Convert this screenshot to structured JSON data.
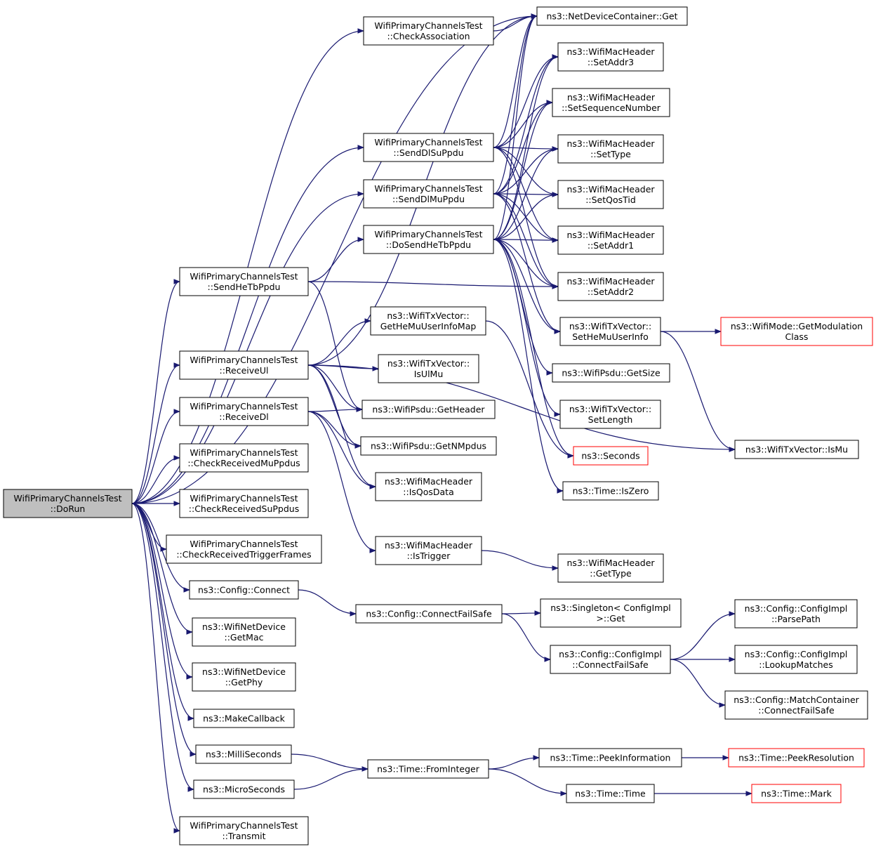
{
  "graph": {
    "edge_color": "#191970",
    "node_border": "#000000",
    "external_border": "#ff0000",
    "root_fill": "#bfbfbf",
    "nodes": [
      {
        "id": "dorun",
        "lines": [
          "WifiPrimaryChannelsTest",
          "::DoRun"
        ],
        "root": true
      },
      {
        "id": "checkassoc",
        "lines": [
          "WifiPrimaryChannelsTest",
          "::CheckAssociation"
        ]
      },
      {
        "id": "senddlsu",
        "lines": [
          "WifiPrimaryChannelsTest",
          "::SendDlSuPpdu"
        ]
      },
      {
        "id": "senddlmu",
        "lines": [
          "WifiPrimaryChannelsTest",
          "::SendDlMuPpdu"
        ]
      },
      {
        "id": "dosendhetb",
        "lines": [
          "WifiPrimaryChannelsTest",
          "::DoSendHeTbPpdu"
        ]
      },
      {
        "id": "sendhetb",
        "lines": [
          "WifiPrimaryChannelsTest",
          "::SendHeTbPpdu"
        ]
      },
      {
        "id": "receiveul",
        "lines": [
          "WifiPrimaryChannelsTest",
          "::ReceiveUl"
        ]
      },
      {
        "id": "receivedl",
        "lines": [
          "WifiPrimaryChannelsTest",
          "::ReceiveDl"
        ]
      },
      {
        "id": "checkrecvmu",
        "lines": [
          "WifiPrimaryChannelsTest",
          "::CheckReceivedMuPpdus"
        ]
      },
      {
        "id": "checkrecvsu",
        "lines": [
          "WifiPrimaryChannelsTest",
          "::CheckReceivedSuPpdus"
        ]
      },
      {
        "id": "checkrecvtrig",
        "lines": [
          "WifiPrimaryChannelsTest",
          "::CheckReceivedTriggerFrames"
        ]
      },
      {
        "id": "cfgconnect",
        "lines": [
          "ns3::Config::Connect"
        ]
      },
      {
        "id": "getmac",
        "lines": [
          "ns3::WifiNetDevice",
          "::GetMac"
        ]
      },
      {
        "id": "getphy",
        "lines": [
          "ns3::WifiNetDevice",
          "::GetPhy"
        ]
      },
      {
        "id": "makecb",
        "lines": [
          "ns3::MakeCallback"
        ]
      },
      {
        "id": "millisec",
        "lines": [
          "ns3::MilliSeconds"
        ]
      },
      {
        "id": "microsec",
        "lines": [
          "ns3::MicroSeconds"
        ]
      },
      {
        "id": "transmit",
        "lines": [
          "WifiPrimaryChannelsTest",
          "::Transmit"
        ]
      },
      {
        "id": "getheinfomap",
        "lines": [
          "ns3::WifiTxVector::",
          "GetHeMuUserInfoMap"
        ]
      },
      {
        "id": "isulmu",
        "lines": [
          "ns3::WifiTxVector::",
          "IsUlMu"
        ]
      },
      {
        "id": "psdugetheader",
        "lines": [
          "ns3::WifiPsdu::GetHeader"
        ]
      },
      {
        "id": "psdugetnmpdus",
        "lines": [
          "ns3::WifiPsdu::GetNMpdus"
        ]
      },
      {
        "id": "isqosdata",
        "lines": [
          "ns3::WifiMacHeader",
          "::IsQosData"
        ]
      },
      {
        "id": "istrigger",
        "lines": [
          "ns3::WifiMacHeader",
          "::IsTrigger"
        ]
      },
      {
        "id": "connectfailsafe",
        "lines": [
          "ns3::Config::ConnectFailSafe"
        ]
      },
      {
        "id": "fromint",
        "lines": [
          "ns3::Time::FromInteger"
        ]
      },
      {
        "id": "ndcget",
        "lines": [
          "ns3::NetDeviceContainer::Get"
        ]
      },
      {
        "id": "setaddr3",
        "lines": [
          "ns3::WifiMacHeader",
          "::SetAddr3"
        ]
      },
      {
        "id": "setseq",
        "lines": [
          "ns3::WifiMacHeader",
          "::SetSequenceNumber"
        ]
      },
      {
        "id": "settype",
        "lines": [
          "ns3::WifiMacHeader",
          "::SetType"
        ]
      },
      {
        "id": "setqostid",
        "lines": [
          "ns3::WifiMacHeader",
          "::SetQosTid"
        ]
      },
      {
        "id": "setaddr1",
        "lines": [
          "ns3::WifiMacHeader",
          "::SetAddr1"
        ]
      },
      {
        "id": "setaddr2",
        "lines": [
          "ns3::WifiMacHeader",
          "::SetAddr2"
        ]
      },
      {
        "id": "sethemuuser",
        "lines": [
          "ns3::WifiTxVector::",
          "SetHeMuUserInfo"
        ]
      },
      {
        "id": "psdugetsize",
        "lines": [
          "ns3::WifiPsdu::GetSize"
        ]
      },
      {
        "id": "setlength",
        "lines": [
          "ns3::WifiTxVector::",
          "SetLength"
        ]
      },
      {
        "id": "seconds",
        "lines": [
          "ns3::Seconds"
        ],
        "external": true
      },
      {
        "id": "iszero",
        "lines": [
          "ns3::Time::IsZero"
        ]
      },
      {
        "id": "gettype",
        "lines": [
          "ns3::WifiMacHeader",
          "::GetType"
        ]
      },
      {
        "id": "singletonget",
        "lines": [
          "ns3::Singleton< ConfigImpl",
          ">::Get"
        ]
      },
      {
        "id": "implconnectfs",
        "lines": [
          "ns3::Config::ConfigImpl",
          "::ConnectFailSafe"
        ]
      },
      {
        "id": "peekinfo",
        "lines": [
          "ns3::Time::PeekInformation"
        ]
      },
      {
        "id": "timetime",
        "lines": [
          "ns3::Time::Time"
        ]
      },
      {
        "id": "getmodclass",
        "lines": [
          "ns3::WifiMode::GetModulation",
          "Class"
        ],
        "external": true
      },
      {
        "id": "ismu",
        "lines": [
          "ns3::WifiTxVector::IsMu"
        ]
      },
      {
        "id": "parsepath",
        "lines": [
          "ns3::Config::ConfigImpl",
          "::ParsePath"
        ]
      },
      {
        "id": "lookupmatches",
        "lines": [
          "ns3::Config::ConfigImpl",
          "::LookupMatches"
        ]
      },
      {
        "id": "matchconnectfs",
        "lines": [
          "ns3::Config::MatchContainer",
          "::ConnectFailSafe"
        ]
      },
      {
        "id": "peekres",
        "lines": [
          "ns3::Time::PeekResolution"
        ],
        "external": true
      },
      {
        "id": "timemark",
        "lines": [
          "ns3::Time::Mark"
        ],
        "external": true
      }
    ]
  }
}
